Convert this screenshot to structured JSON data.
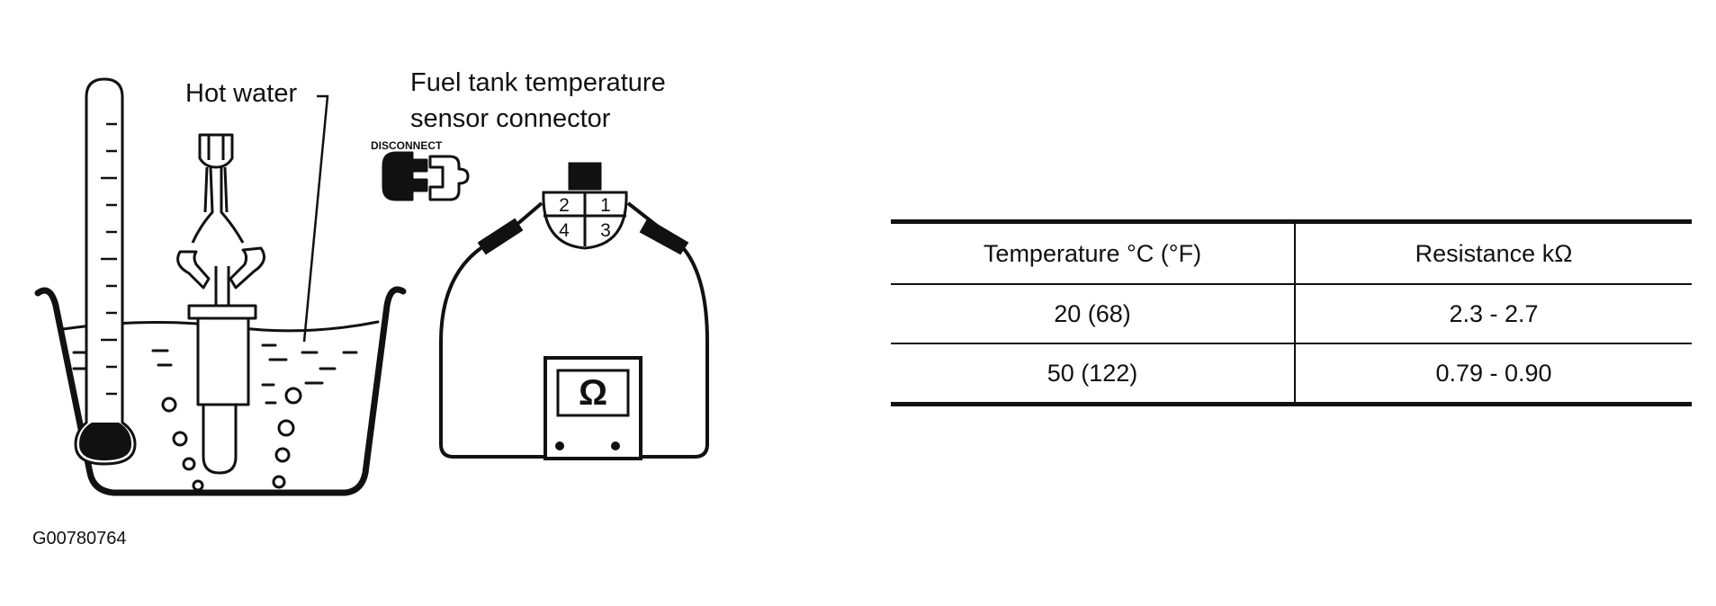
{
  "labels": {
    "hot_water": "Hot water",
    "sensor_connector_line1": "Fuel tank temperature",
    "sensor_connector_line2": "sensor connector",
    "disconnect": "DISCONNECT",
    "ohmmeter_symbol": "Ω",
    "figure_id": "G00780764"
  },
  "connector_pins": [
    "2",
    "1",
    "4",
    "3"
  ],
  "icons": [
    "thermometer-icon",
    "disconnect-connector-icon",
    "ohmmeter-icon"
  ],
  "table": {
    "headers": [
      "Temperature °C (°F)",
      "Resistance kΩ"
    ],
    "rows": [
      [
        "20 (68)",
        "2.3 - 2.7"
      ],
      [
        "50 (122)",
        "0.79 - 0.90"
      ]
    ]
  }
}
